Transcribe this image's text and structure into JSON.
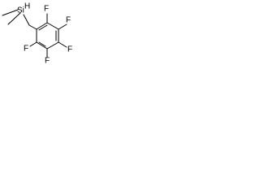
{
  "molecule": {
    "atoms": {
      "silicon": "Si",
      "silicon_hydrogen": "H",
      "fluorine_top_left": "F",
      "fluorine_top_right": "F",
      "fluorine_right": "F",
      "fluorine_bottom_right": "F",
      "fluorine_bottom_left": "F"
    }
  },
  "colors": {
    "bond": "#000000",
    "text": "#000000",
    "background": "#ffffff"
  }
}
